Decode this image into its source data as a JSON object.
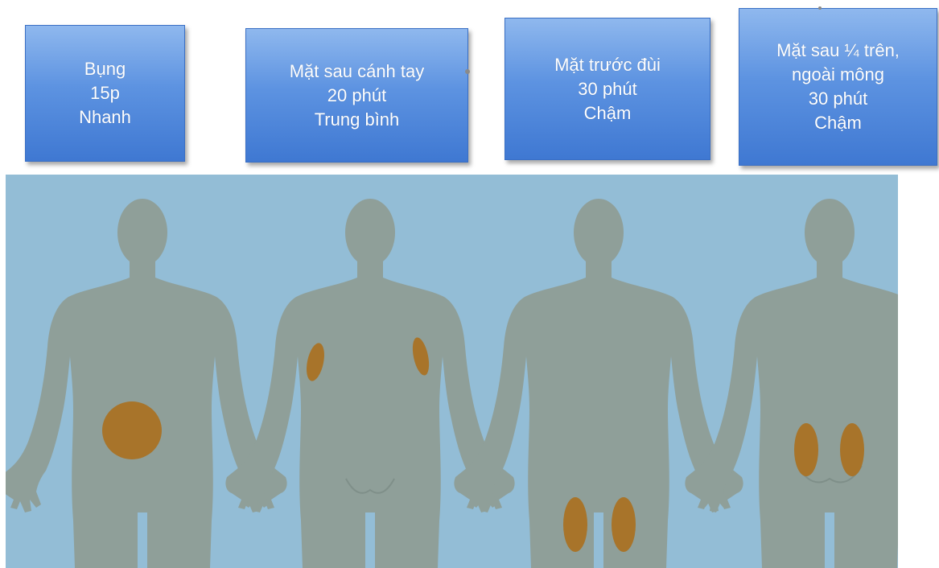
{
  "sites": [
    {
      "lines": [
        "Bụng",
        "15p",
        "Nhanh"
      ]
    },
    {
      "lines": [
        "Mặt sau cánh tay",
        "20 phút",
        "Trung bình"
      ]
    },
    {
      "lines": [
        "Mặt trước đùi",
        "30 phút",
        "Chậm"
      ]
    },
    {
      "lines": [
        "Mặt sau ¼ trên,",
        "ngoài mông",
        "30 phút",
        "Chậm"
      ]
    }
  ],
  "colors": {
    "background": "#93bdd6",
    "body": "#8f9f99",
    "injection_area": "#a8742a",
    "label_box": "#4f88dc",
    "label_text": "#ffffff"
  },
  "icons": [
    "human-body-front-icon",
    "human-body-back-icon"
  ]
}
